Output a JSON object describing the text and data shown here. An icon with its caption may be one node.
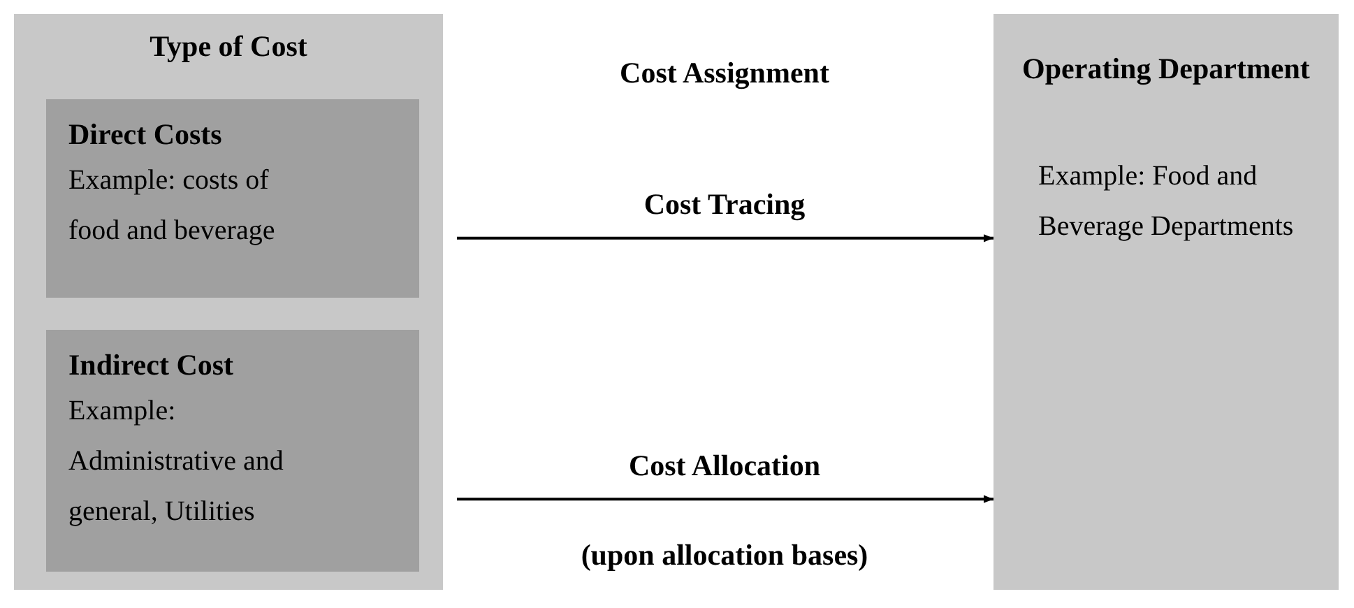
{
  "diagram": {
    "nodes": [
      {
        "text": [
          "Type of Cost"
        ]
      },
      {
        "text": [
          "Direct Costs",
          "Example: costs of food and beverage"
        ],
        "in": 0
      },
      {
        "text": [
          "Indirect Cost",
          "Example: Administrative and general, Utilities"
        ],
        "in": 0
      },
      {
        "text": [
          "Operating Department",
          "Example: Food and Beverage Departments"
        ]
      }
    ],
    "edges": [
      {
        "from": 1,
        "to": 3,
        "arrow": "to",
        "label": "Cost Tracing"
      },
      {
        "from": 2,
        "to": 3,
        "arrow": "to",
        "label": "Cost Allocation"
      }
    ],
    "labels": [
      "Cost Assignment",
      "(upon allocation bases)"
    ]
  }
}
